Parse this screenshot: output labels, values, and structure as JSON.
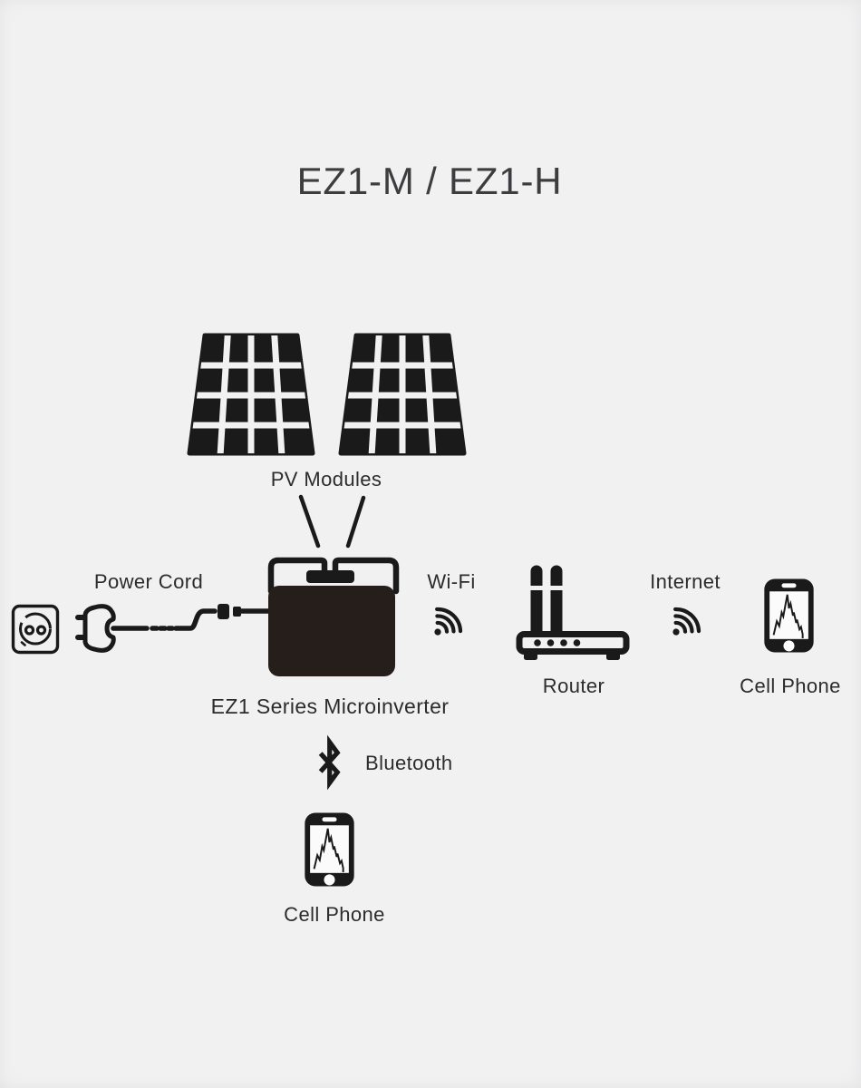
{
  "title": "EZ1-M / EZ1-H",
  "labels": {
    "pv_modules": "PV Modules",
    "power_cord": "Power Cord",
    "wifi": "Wi-Fi",
    "internet": "Internet",
    "router": "Router",
    "cell_phone_top": "Cell Phone",
    "inverter": "EZ1 Series Microinverter",
    "bluetooth": "Bluetooth",
    "cell_phone_bottom": "Cell Phone"
  },
  "colors": {
    "background": "#f1f1f2",
    "ink": "#1a1a1a",
    "inverter_body": "#251e1b",
    "text": "#2c2c2e",
    "title_text": "#3d3d3f"
  },
  "icons": {
    "pv_panel": "solar-panel-grid",
    "outlet": "wall-socket",
    "plug": "power-plug-with-cord",
    "inverter": "microinverter-box-with-bracket",
    "wifi": "wifi-signal-arcs",
    "router": "router-two-antennas",
    "cell_phone": "smartphone-with-graph",
    "bluetooth": "bluetooth-rune"
  }
}
